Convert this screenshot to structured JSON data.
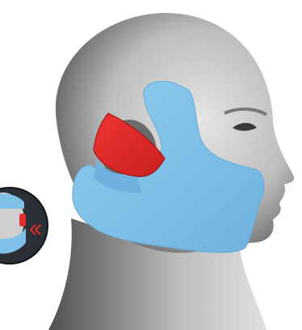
{
  "scene": {
    "subject": "head-profile-right",
    "colors": {
      "background": "#ffffff",
      "skin_light": "#d9d9d9",
      "skin_dark": "#5a5a5a",
      "mask": "#7fc0e8",
      "ear_cover": "#e32b2b",
      "inset_ring": "#101418",
      "arrows": "#e32b2b"
    },
    "icons": {
      "main": "jaw-ear-wrap-on-head",
      "inset": "front-face-with-wrap",
      "arrows": "double-chevron-left"
    }
  }
}
